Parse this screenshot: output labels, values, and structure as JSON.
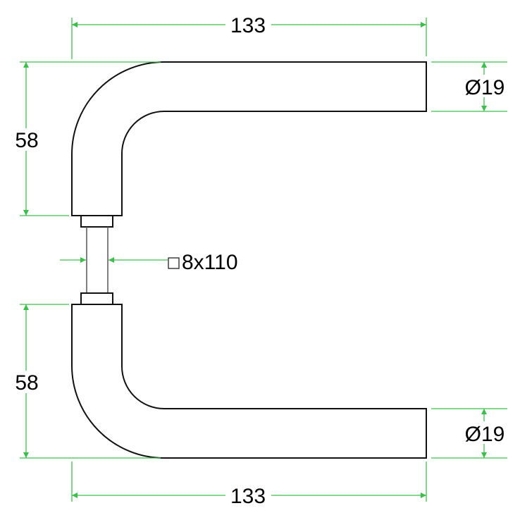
{
  "dimensions": {
    "top_length": "133",
    "bottom_length": "133",
    "top_height": "58",
    "bottom_height": "58",
    "top_diameter": "Ø19",
    "bottom_diameter": "Ø19",
    "spindle": "8x110"
  },
  "colors": {
    "part": "#111111",
    "dimension": "#3cbf4a"
  }
}
